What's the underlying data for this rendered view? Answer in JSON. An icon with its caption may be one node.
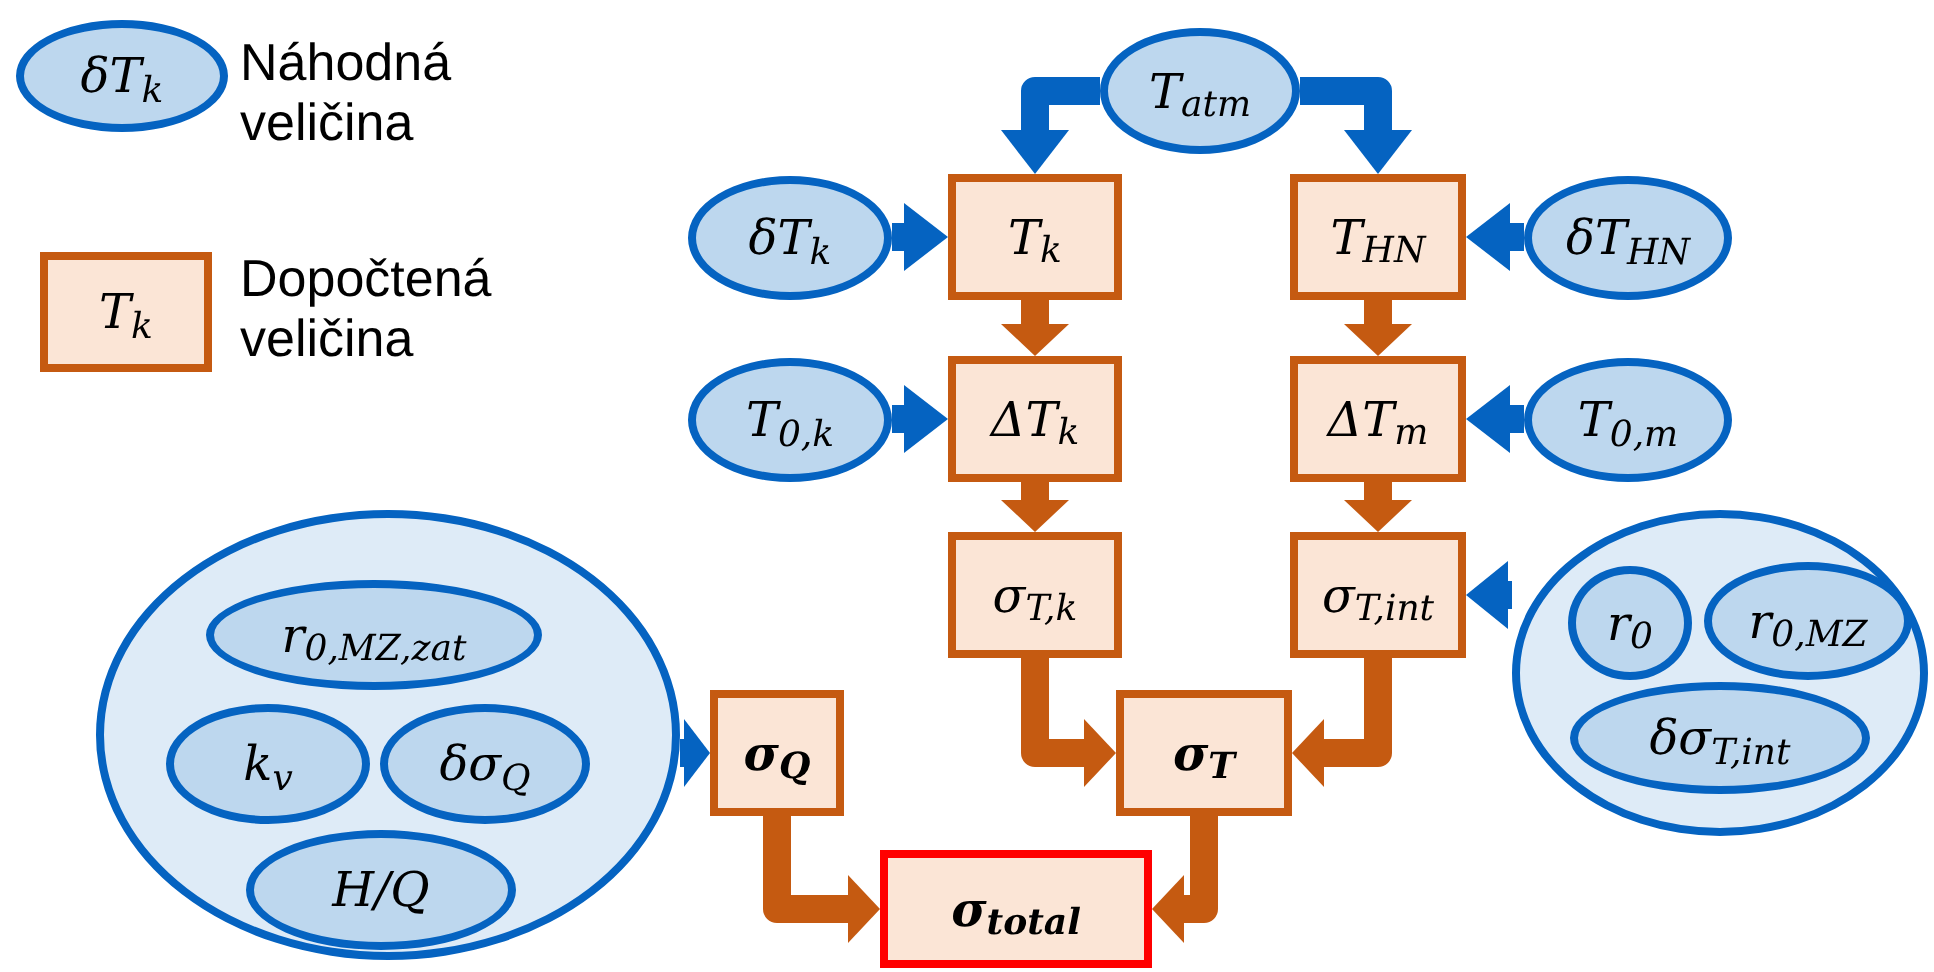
{
  "diagram": {
    "nodes": [
      {
        "text": [
          "δT$_{k}$"
        ],
        "beside": [
          "Náhodná veličina"
        ]
      },
      {
        "text": [
          "T$_{k}$"
        ],
        "beside": [
          "Dopočtená veličina"
        ]
      },
      {
        "text": [
          "T$_{atm}$"
        ]
      },
      {
        "text": [
          "δT$_{k}$"
        ]
      },
      {
        "text": [
          "T$_{k}$"
        ]
      },
      {
        "text": [
          "T$_{HN}$"
        ]
      },
      {
        "text": [
          "δT$_{HN}$"
        ]
      },
      {
        "text": [
          "T$_{0,k}$"
        ]
      },
      {
        "text": [
          "ΔT$_{k}$"
        ]
      },
      {
        "text": [
          "ΔT$_{m}$"
        ]
      },
      {
        "text": [
          "T$_{0,m}$"
        ]
      },
      {
        "text": [
          "σ$_{T,k}$"
        ]
      },
      {
        "text": [
          "σ$_{T,int}$"
        ]
      },
      {
        "text": [],
        "shape": "circle"
      },
      {
        "text": [
          "r$_{0}$"
        ],
        "in": 13
      },
      {
        "text": [
          "r$_{0,MZ}$"
        ],
        "in": 13
      },
      {
        "text": [
          "δσ$_{T,int}$"
        ],
        "in": 13
      },
      {
        "text": [],
        "shape": "circle"
      },
      {
        "text": [
          "r$_{0,MZ,zat}$"
        ],
        "in": 17
      },
      {
        "text": [
          "k$_{v}$"
        ],
        "in": 17
      },
      {
        "text": [
          "δσ$_{Q}$"
        ],
        "in": 17
      },
      {
        "text": [
          "H/Q"
        ],
        "in": 17
      },
      {
        "text": [
          "σ$_{Q}$"
        ]
      },
      {
        "text": [
          "σ$_{T}$"
        ]
      },
      {
        "text": [
          "σ$_{total}$"
        ]
      }
    ],
    "edges": [
      {
        "from": 2,
        "to": 4,
        "arrow": "to",
        "color": "#0563c1"
      },
      {
        "from": 2,
        "to": 5,
        "arrow": "to",
        "color": "#0563c1"
      },
      {
        "from": 3,
        "to": 4,
        "arrow": "to",
        "color": "#0563c1"
      },
      {
        "from": 6,
        "to": 5,
        "arrow": "to",
        "color": "#0563c1"
      },
      {
        "from": 4,
        "to": 8,
        "arrow": "to",
        "color": "#c55a11"
      },
      {
        "from": 5,
        "to": 9,
        "arrow": "to",
        "color": "#c55a11"
      },
      {
        "from": 7,
        "to": 8,
        "arrow": "to",
        "color": "#0563c1"
      },
      {
        "from": 10,
        "to": 9,
        "arrow": "to",
        "color": "#0563c1"
      },
      {
        "from": 8,
        "to": 11,
        "arrow": "to",
        "color": "#c55a11"
      },
      {
        "from": 9,
        "to": 12,
        "arrow": "to",
        "color": "#c55a11"
      },
      {
        "from": 13,
        "to": 12,
        "arrow": "to",
        "color": "#0563c1"
      },
      {
        "from": 17,
        "to": 22,
        "arrow": "to",
        "color": "#0563c1"
      },
      {
        "from": 11,
        "to": 23,
        "arrow": "to",
        "color": "#c55a11"
      },
      {
        "from": 12,
        "to": 23,
        "arrow": "to",
        "color": "#c55a11"
      },
      {
        "from": 22,
        "to": 24,
        "arrow": "to",
        "color": "#c55a11"
      },
      {
        "from": 23,
        "to": 24,
        "arrow": "to",
        "color": "#c55a11"
      }
    ]
  }
}
